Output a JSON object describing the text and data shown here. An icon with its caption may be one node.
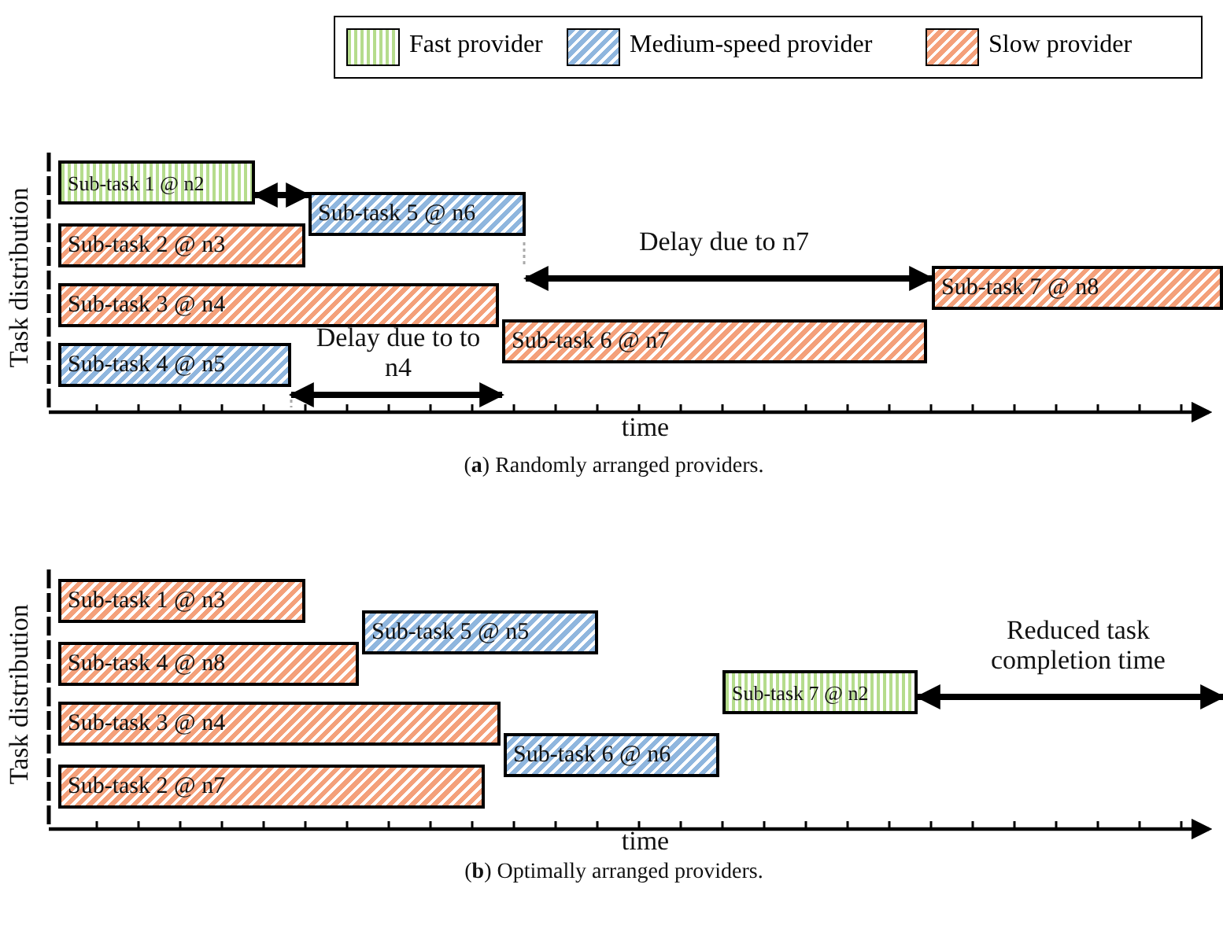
{
  "diagram": {
    "nodes": [
      {
        "text": [
          "Sub-task 1 @ n2"
        ]
      },
      {
        "text": [
          "Sub-task 5 @ n6"
        ]
      },
      {
        "text": [
          "Sub-task 2 @ n3"
        ]
      },
      {
        "text": [
          "Sub-task 3 @ n4"
        ]
      },
      {
        "text": [
          "Sub-task 4 @ n5"
        ]
      },
      {
        "text": [
          "Sub-task 6 @ n7"
        ]
      },
      {
        "text": [
          "Sub-task 7 @ n8"
        ]
      },
      {
        "text": [
          "Sub-task 1 @ n3"
        ]
      },
      {
        "text": [
          "Sub-task 4 @ n8"
        ]
      },
      {
        "text": [
          "Sub-task 5 @ n5"
        ]
      },
      {
        "text": [
          "Sub-task 3 @ n4"
        ]
      },
      {
        "text": [
          "Sub-task 2 @ n7"
        ]
      },
      {
        "text": [
          "Sub-task 6 @ n6"
        ]
      },
      {
        "text": [
          "Sub-task 7 @ n2"
        ]
      }
    ],
    "edges": [
      {
        "from": 0,
        "to": 1,
        "arrow": "both"
      },
      {
        "from": 4,
        "to": 5,
        "arrow": "both",
        "label": "Delay due to to n4"
      },
      {
        "from": 1,
        "to": 6,
        "arrow": "both",
        "label": "Delay due to n7"
      },
      {
        "from": 13,
        "to": null,
        "arrow": "both",
        "label": "Reduced task completion time"
      }
    ],
    "labels": [
      "Task distribution",
      "time",
      "(**a**) Randomly arranged providers.",
      "Task distribution",
      "time",
      "(**b**) Optimally arranged providers."
    ],
    "legend": [
      {
        "text": "Fast provider",
        "color": "#b5dc8c"
      },
      {
        "text": "Medium-speed provider",
        "color": "#8fb6de"
      },
      {
        "text": "Slow provider",
        "color": "#f4a07a"
      }
    ]
  }
}
